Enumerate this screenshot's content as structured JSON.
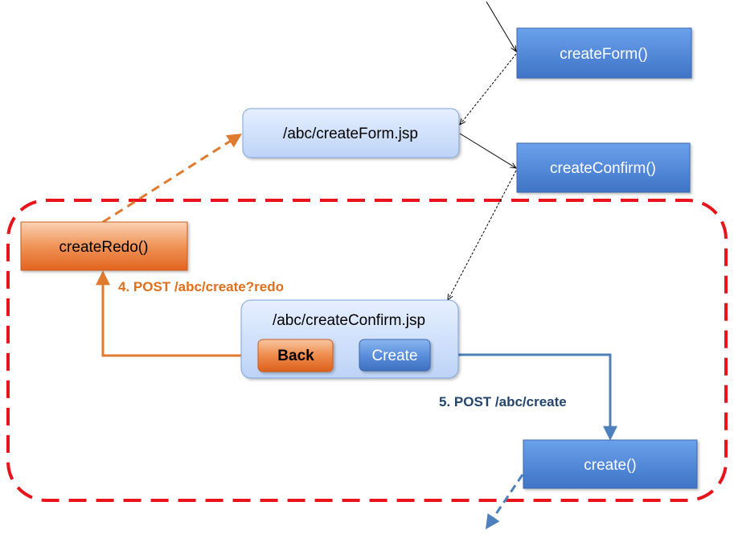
{
  "diagram": {
    "nodes": {
      "create_form_method": "createForm()",
      "create_form_jsp": "/abc/createForm.jsp",
      "create_confirm_method": "createConfirm()",
      "create_redo_method": "createRedo()",
      "create_confirm_jsp": "/abc/createConfirm.jsp",
      "create_method": "create()"
    },
    "buttons": {
      "back": "Back",
      "create": "Create"
    },
    "edge_labels": {
      "post_redo": "4. POST /abc/create?redo",
      "post_create": "5. POST /abc/create"
    },
    "colors": {
      "blue_box": "#4f86d9",
      "light_blue_box": "#cfe0fb",
      "orange_box": "#e8783a",
      "orange_edge": "#e07a2e",
      "blue_edge": "#4e80bd",
      "group_border": "#e8131b",
      "label_orange": "#e06f1c",
      "label_navy": "#23456e"
    }
  }
}
